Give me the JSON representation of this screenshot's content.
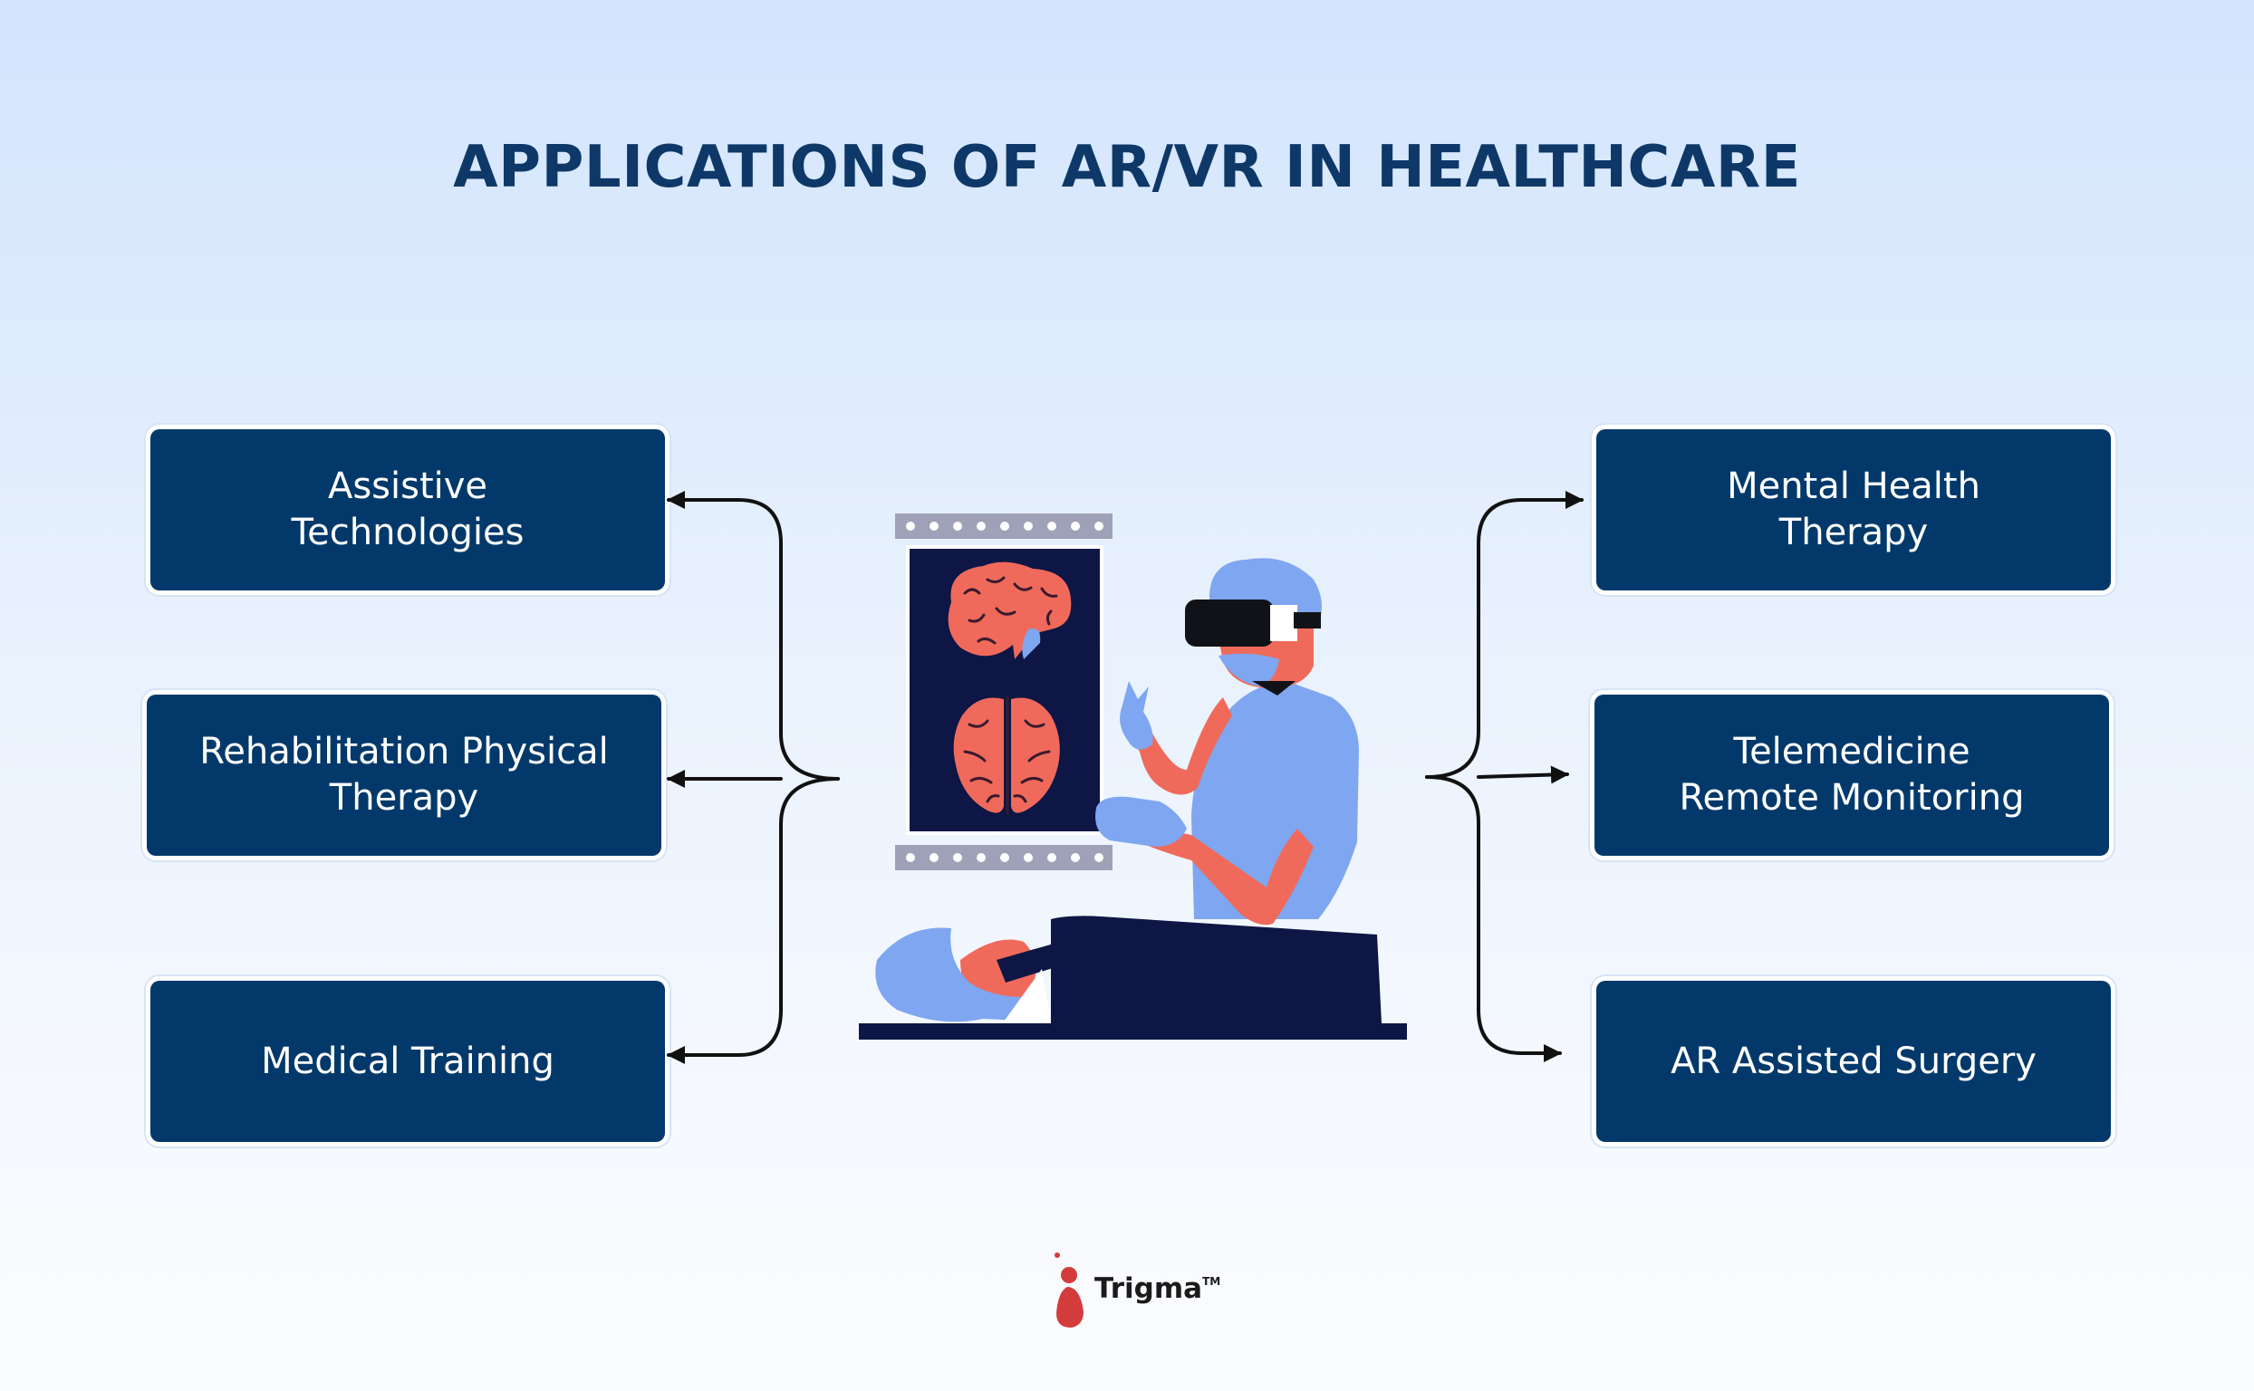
{
  "title": "APPLICATIONS OF AR/VR IN HEALTHCARE",
  "left_items": [
    {
      "label": "Assistive\nTechnologies"
    },
    {
      "label": "Rehabilitation Physical\nTherapy"
    },
    {
      "label": "Medical Training"
    }
  ],
  "right_items": [
    {
      "label": "Mental Health\nTherapy"
    },
    {
      "label": "Telemedicine\nRemote Monitoring"
    },
    {
      "label": "AR Assisted Surgery"
    }
  ],
  "brand": {
    "name": "Trigma",
    "tm": "TM"
  },
  "colors": {
    "box_fill": "#03396a",
    "title": "#0e3868",
    "accent_coral": "#f06a5c",
    "accent_blue": "#7fa6f0",
    "navy": "#0d1644"
  },
  "icons": [
    "vr-headset-icon",
    "brain-scan-icon",
    "trigma-logo-icon"
  ]
}
